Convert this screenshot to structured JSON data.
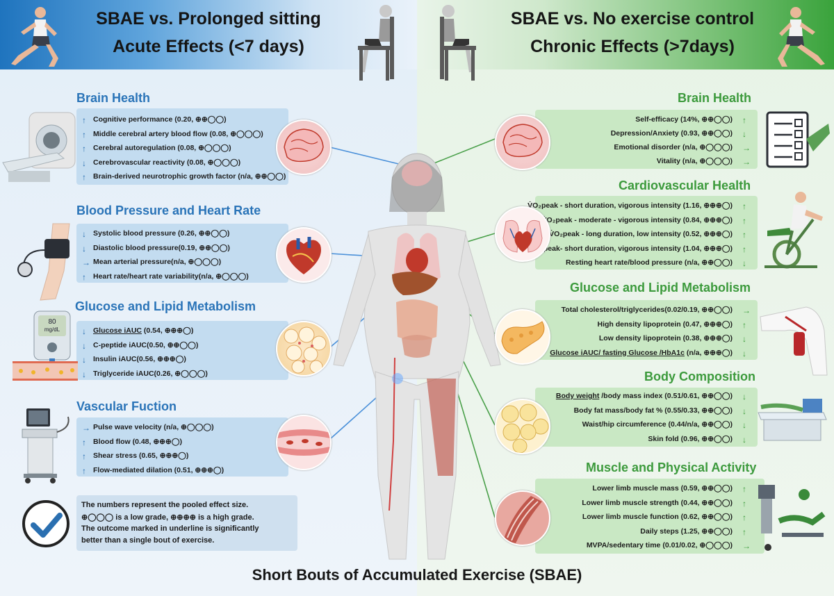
{
  "header": {
    "left_line1": "SBAE vs. Prolonged sitting",
    "left_line2": "Acute Effects (<7 days)",
    "right_line1": "SBAE vs. No exercise control",
    "right_line2": "Chronic Effects (>7days)"
  },
  "left": {
    "brain": {
      "title": "Brain Health",
      "items": [
        {
          "arrow": "↑",
          "text": "Cognitive performance (0.20, ⊕⊕◯◯)"
        },
        {
          "arrow": "↑",
          "text": "Middle cerebral artery blood flow (0.08, ⊕◯◯◯)"
        },
        {
          "arrow": "↑",
          "text": "Cerebral autoregulation (0.08, ⊕◯◯◯)"
        },
        {
          "arrow": "↓",
          "text": "Cerebrovascular reactivity (0.08, ⊕◯◯◯)"
        },
        {
          "arrow": "↑",
          "text": "Brain-derived neurotrophic growth factor (n/a, ⊕⊕◯◯)"
        }
      ]
    },
    "bp": {
      "title": "Blood Pressure and Heart Rate",
      "items": [
        {
          "arrow": "↓",
          "text": "Systolic blood pressure (0.26, ⊕⊕◯◯)"
        },
        {
          "arrow": "↓",
          "text": "Diastolic blood pressure(0.19, ⊕⊕◯◯)"
        },
        {
          "arrow": "→",
          "text": "Mean arterial pressure(n/a, ⊕◯◯◯)"
        },
        {
          "arrow": "↑",
          "text": "Heart rate/heart rate variability(n/a, ⊕◯◯◯)"
        }
      ]
    },
    "glucose": {
      "title": "Glucose and Lipid Metabolism",
      "items": [
        {
          "arrow": "↓",
          "text": "Glucose iAUC (0.54, ⊕⊕⊕◯)",
          "underline": "Glucose iAUC"
        },
        {
          "arrow": "↓",
          "text": "C-peptide iAUC(0.50, ⊕⊕◯◯)"
        },
        {
          "arrow": "↓",
          "text": "Insulin iAUC(0.56, ⊕⊕⊕◯)"
        },
        {
          "arrow": "↓",
          "text": "Triglyceride iAUC(0.26, ⊕◯◯◯)"
        }
      ]
    },
    "vascular": {
      "title": "Vascular Fuction",
      "items": [
        {
          "arrow": "→",
          "text": "Pulse wave velocity (n/a, ⊕◯◯◯)"
        },
        {
          "arrow": "↑",
          "text": "Blood flow (0.48, ⊕⊕⊕◯)"
        },
        {
          "arrow": "↑",
          "text": "Shear stress (0.65, ⊕⊕⊕◯)"
        },
        {
          "arrow": "↑",
          "text": "Flow-mediated dilation (0.51, ⊕⊕⊕◯)"
        }
      ]
    }
  },
  "right": {
    "brain": {
      "title": "Brain Health",
      "items": [
        {
          "arrow": "↑",
          "text": "Self-efficacy (14%, ⊕⊕◯◯)"
        },
        {
          "arrow": "↓",
          "text": "Depression/Anxiety (0.93, ⊕⊕◯◯)"
        },
        {
          "arrow": "→",
          "text": "Emotional disorder (n/a, ⊕◯◯◯)"
        },
        {
          "arrow": "→",
          "text": "Vitality (n/a, ⊕◯◯◯)"
        }
      ]
    },
    "cardio": {
      "title": "Cardiovascular Health",
      "items": [
        {
          "arrow": "↑",
          "text": "V̇O₂peak - short duration, vigorous intensity (1.16, ⊕⊕⊕◯)"
        },
        {
          "arrow": "↑",
          "text": "V̇O₂peak - moderate - vigorous intensity (0.84, ⊕⊕⊕◯)"
        },
        {
          "arrow": "↑",
          "text": "V̇O₂peak - long duration, low intensity (0.52, ⊕⊕⊕◯)"
        },
        {
          "arrow": "↑",
          "text": "Ppeak- short duration, vigorous intensity (1.04, ⊕⊕⊕◯)"
        },
        {
          "arrow": "↓",
          "text": "Resting heart rate/blood pressure (n/a, ⊕⊕◯◯)"
        }
      ]
    },
    "glucose": {
      "title": "Glucose and Lipid Metabolism",
      "items": [
        {
          "arrow": "→",
          "text": "Total cholesterol/triglycerides(0.02/0.19, ⊕⊕◯◯)"
        },
        {
          "arrow": "↑",
          "text": "High density lipoprotein (0.47, ⊕⊕⊕◯)"
        },
        {
          "arrow": "↓",
          "text": "Low density lipoprotein (0.38, ⊕⊕⊕◯)"
        },
        {
          "arrow": "↓",
          "text": "Glucose iAUC/ fasting Glucose /HbA1c (n/a, ⊕⊕⊕◯)",
          "underline": "Glucose iAUC/ fasting Glucose /HbA1c"
        }
      ]
    },
    "body": {
      "title": "Body Composition",
      "items": [
        {
          "arrow": "↓",
          "text": "Body weight /body mass index (0.51/0.61, ⊕⊕◯◯)",
          "underline": "Body weight"
        },
        {
          "arrow": "↓",
          "text": "Body fat mass/body fat % (0.55/0.33, ⊕⊕◯◯)"
        },
        {
          "arrow": "↓",
          "text": "Waist/hip circumference (0.44/n/a, ⊕⊕◯◯)"
        },
        {
          "arrow": "↓",
          "text": "Skin fold (0.96, ⊕⊕◯◯)"
        }
      ]
    },
    "muscle": {
      "title": "Muscle and Physical Activity",
      "items": [
        {
          "arrow": "↑",
          "text": "Lower limb muscle mass (0.59, ⊕⊕◯◯)"
        },
        {
          "arrow": "↑",
          "text": "Lower limb muscle strength (0.44, ⊕⊕◯◯)"
        },
        {
          "arrow": "↑",
          "text": "Lower limb muscle function (0.62, ⊕⊕◯◯)"
        },
        {
          "arrow": "↑",
          "text": "Daily steps (1.25, ⊕⊕◯◯)"
        },
        {
          "arrow": "→",
          "text": "MVPA/sedentary time (0.01/0.02, ⊕◯◯◯)"
        }
      ]
    }
  },
  "note": {
    "line1": "The numbers represent the pooled effect size.",
    "line2": "⊕◯◯◯ is a low grade, ⊕⊕⊕⊕ is a high grade.",
    "line3": "The outcome marked in underline is significantly",
    "line4": "better than a single bout of exercise."
  },
  "glucometer": {
    "value": "80",
    "unit": "mg/dL"
  },
  "footer": "Short Bouts of Accumulated Exercise (SBAE)",
  "colors": {
    "blue_accent": "#2a74b8",
    "green_accent": "#3c9a3c",
    "blue_panel": "#c3dcf0",
    "green_panel": "#c9e8c4"
  }
}
